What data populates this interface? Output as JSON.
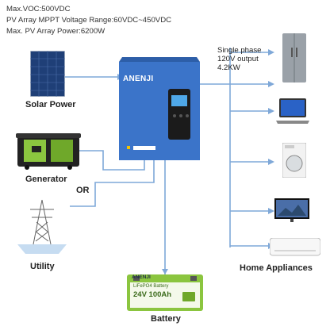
{
  "specs": {
    "max_voc": "Max.VOC:500VDC",
    "mppt_range": "PV Array MPPT Voltage Range:60VDC~450VDC",
    "max_pv_power": "Max. PV Array Power:6200W"
  },
  "inverter": {
    "brand": "ANENJI",
    "output_line1": "Single phase",
    "output_line2": "120V output",
    "output_line3": "4.2KW"
  },
  "sources": {
    "solar": "Solar Power",
    "generator": "Generator",
    "or": "OR",
    "utility": "Utility"
  },
  "battery": {
    "label": "Battery",
    "brand": "ANENJI",
    "type": "LiFePO4 Battery",
    "rating": "24V 100Ah"
  },
  "appliances": {
    "label": "Home Appliances"
  },
  "colors": {
    "line": "#7fa8d8",
    "inverter": "#3b74c9",
    "battery_green": "#8bc53f"
  }
}
